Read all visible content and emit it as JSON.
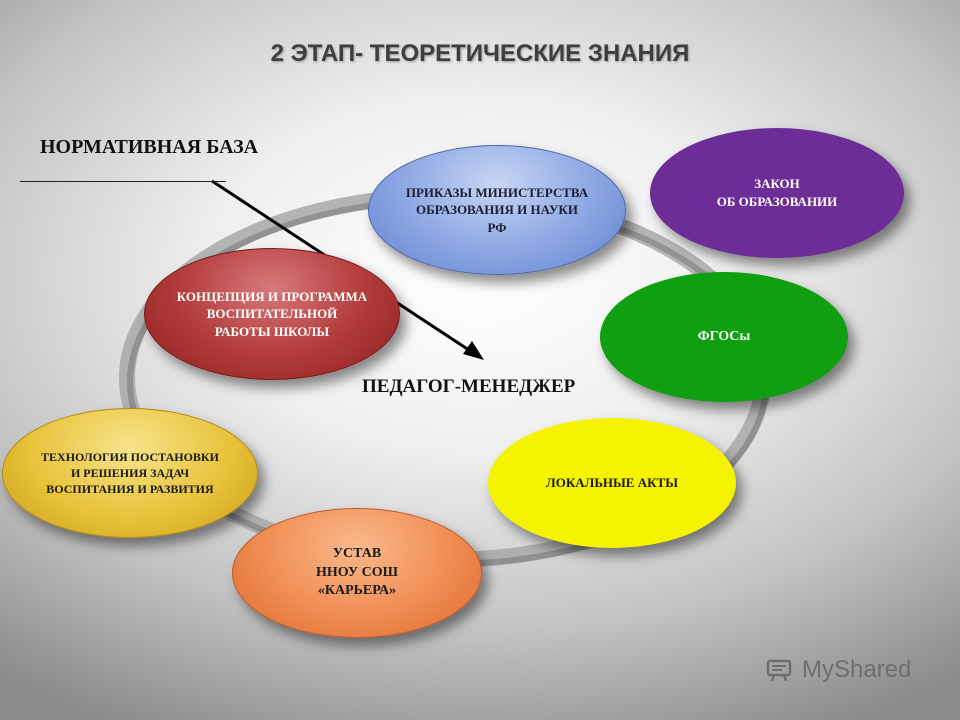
{
  "title": "2 ЭТАП- ТЕОРЕТИЧЕСКИЕ ЗНАНИЯ",
  "labels": {
    "normative_base": "НОРМАТИВНАЯ БАЗА",
    "teacher_manager": "ПЕДАГОГ-МЕНЕДЖЕР"
  },
  "nodes": {
    "law": "ЗАКОН\nОБ ОБРАЗОВАНИИ",
    "orders": "ПРИКАЗЫ МИНИСТЕРСТВА\nОБРАЗОВАНИЯ И НАУКИ\nРФ",
    "fgos": "ФГОСы",
    "concept": "КОНЦЕПЦИЯ И ПРОГРАММА\nВОСПИТАТЕЛЬНОЙ\nРАБОТЫ ШКОЛЫ",
    "local_acts": "ЛОКАЛЬНЫЕ АКТЫ",
    "technology": "ТЕХНОЛОГИЯ ПОСТАНОВКИ\nИ РЕШЕНИЯ ЗАДАЧ\nВОСПИТАНИЯ И РАЗВИТИЯ",
    "charter": "УСТАВ\nННОУ СОШ\n«КАРЬЕРА»"
  },
  "colors": {
    "law": "#6d2d96",
    "orders": "#94aee6",
    "fgos": "#0f9f10",
    "concept": "#b43d3d",
    "local_acts": "#f5f300",
    "technology": "#e8c33b",
    "charter": "#f08c52"
  },
  "watermark": {
    "brand": "MyShared",
    "icon": "myshared-logo-icon"
  }
}
